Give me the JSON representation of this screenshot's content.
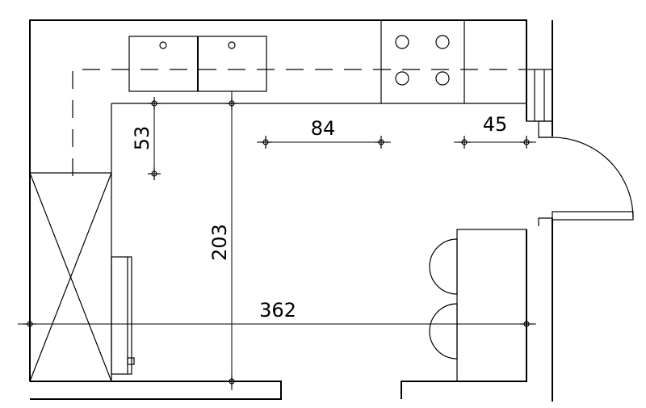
{
  "dimensions": {
    "counter_depth": "53",
    "counter_gap": "84",
    "door_clearance": "45",
    "room_depth": "203",
    "room_width": "362"
  }
}
